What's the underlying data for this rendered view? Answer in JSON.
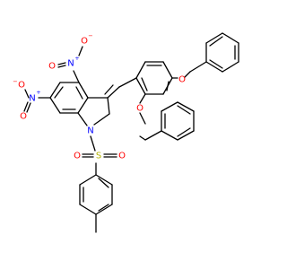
{
  "molecule": {
    "colors": {
      "carbon_bonds": "#000000",
      "nitrogen": "#0000ff",
      "oxygen": "#ff0000",
      "sulfur": "#b3b300"
    },
    "atoms": {
      "ring_n": "N",
      "sulfur": "S",
      "sulfonyl_o_left": "O",
      "sulfonyl_o_right": "O",
      "ether_o_top": "O",
      "ether_o_mid": "O",
      "nitro_n_top": "N",
      "nitro_n_top_charge": "+",
      "nitro_o_top": "O",
      "nitro_o_top_charge": "−",
      "nitro_o_top_2": "O",
      "nitro_n_bottom": "N",
      "nitro_n_bottom_charge": "+",
      "nitro_o_bottom": "O",
      "nitro_o_bottom_charge": "−",
      "nitro_o_bottom_2": "O"
    }
  }
}
